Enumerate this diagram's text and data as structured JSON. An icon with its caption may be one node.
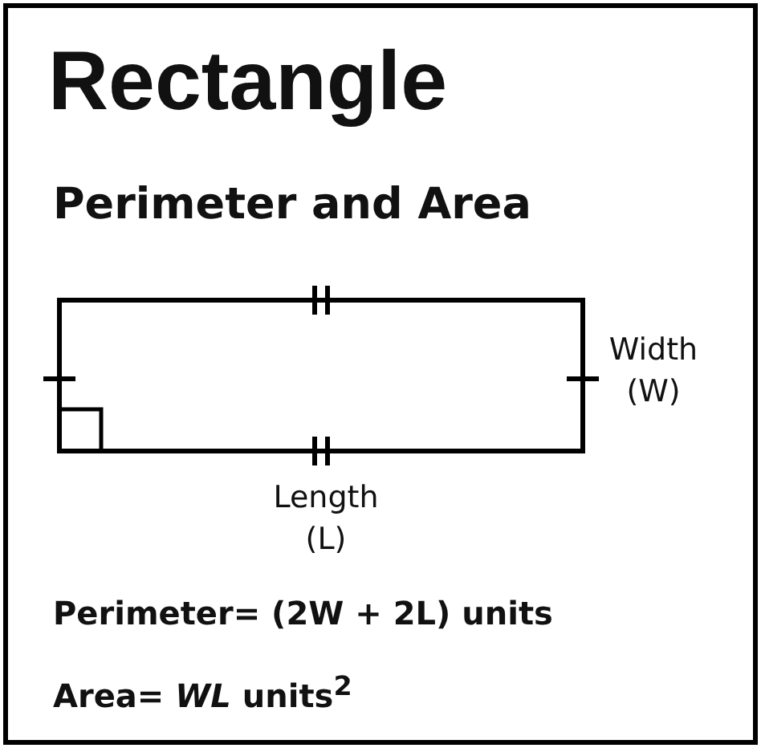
{
  "diagram": {
    "title": "Rectangle",
    "labels": [
      "Perimeter and Area",
      "Width (W)",
      "Length (L)",
      "Perimeter= (2W + 2L) units",
      "Area= *WL* units$^{2}$"
    ]
  }
}
